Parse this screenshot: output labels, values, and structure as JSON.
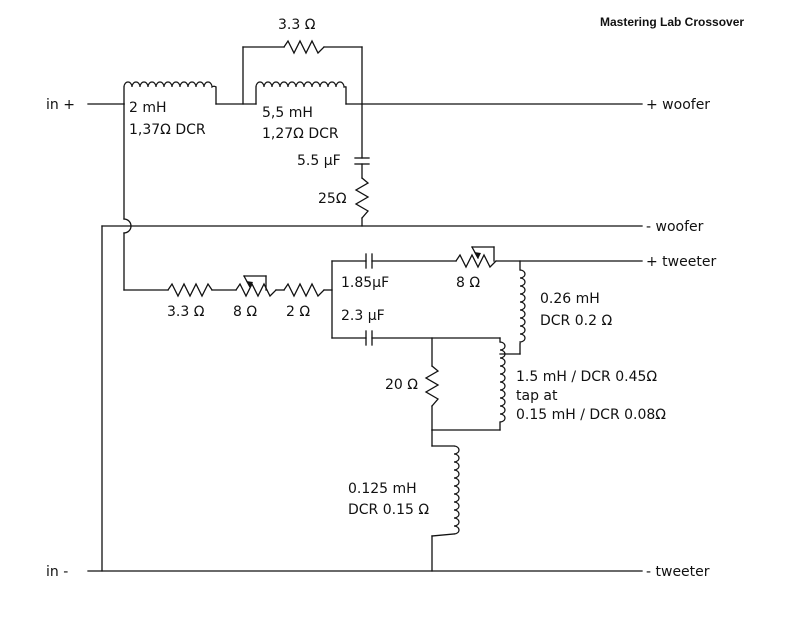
{
  "title": "Mastering Lab Crossover",
  "terminals": {
    "in_plus": "in +",
    "in_minus": "in -",
    "woofer_plus": "+ woofer",
    "woofer_minus": "- woofer",
    "tweeter_plus": "+ tweeter",
    "tweeter_minus": "- tweeter"
  },
  "labels": {
    "l1_value": "2 mH",
    "l1_dcr": "1,37Ω DCR",
    "r_parallel": "3.3 Ω",
    "l2_value": "5,5 mH",
    "l2_dcr": "1,27Ω DCR",
    "c_zobel": "5.5 µF",
    "r_zobel": "25Ω",
    "r_series1": "3.3 Ω",
    "pot_series": "8 Ω",
    "r_series2": "2 Ω",
    "c_upper": "1.85µF",
    "c_lower": "2.3 µF",
    "pot_tweeter": "8 Ω",
    "l_tweeter_value": "0.26 mH",
    "l_tweeter_dcr": "DCR 0.2 Ω",
    "l_tap_value": "1.5 mH / DCR 0.45Ω",
    "l_tap_line2": "tap at",
    "l_tap_line3": "0.15 mH / DCR 0.08Ω",
    "r_shunt": "20 Ω",
    "l_bottom_value": "0.125 mH",
    "l_bottom_dcr": "DCR 0.15 Ω"
  }
}
